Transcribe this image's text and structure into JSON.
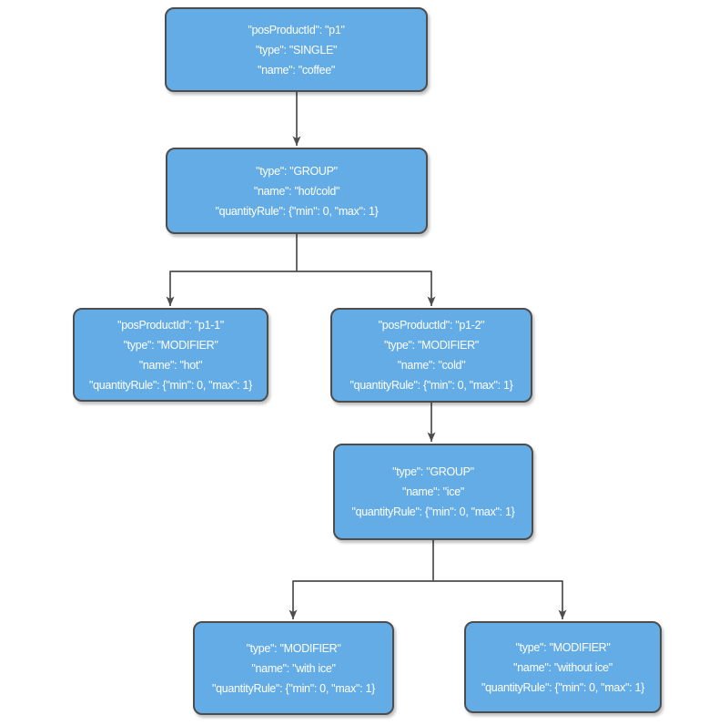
{
  "diagram": {
    "title": "product-modifier-tree",
    "colors": {
      "background": "#FFFFFF",
      "node-fill": "#63ACE5",
      "node-border": "#4D4D4D",
      "node-text": "#FFFFFF",
      "connector": "#4D4D4D"
    },
    "nodes": [
      {
        "id": "product-p1",
        "lines": [
          "\"posProductId\": \"p1\"",
          "\"type\": \"SINGLE\"",
          "\"name\": \"coffee\""
        ]
      },
      {
        "id": "group-hot-cold",
        "lines": [
          "\"type\": \"GROUP\"",
          "\"name\": \"hot/cold\"",
          "\"quantityRule\": {\"min\": 0, \"max\": 1}"
        ]
      },
      {
        "id": "modifier-hot",
        "lines": [
          "\"posProductId\": \"p1-1\"",
          "\"type\": \"MODIFIER\"",
          "\"name\": \"hot\"",
          "\"quantityRule\": {\"min\": 0, \"max\": 1}"
        ]
      },
      {
        "id": "modifier-cold",
        "lines": [
          "\"posProductId\": \"p1-2\"",
          "\"type\": \"MODIFIER\"",
          "\"name\": \"cold\"",
          "\"quantityRule\": {\"min\": 0, \"max\": 1}"
        ]
      },
      {
        "id": "group-ice",
        "lines": [
          "\"type\": \"GROUP\"",
          "\"name\": \"ice\"",
          "\"quantityRule\": {\"min\": 0, \"max\": 1}"
        ]
      },
      {
        "id": "modifier-with-ice",
        "lines": [
          "\"type\": \"MODIFIER\"",
          "\"name\": \"with ice\"",
          "\"quantityRule\": {\"min\": 0, \"max\": 1}"
        ]
      },
      {
        "id": "modifier-without-ice",
        "lines": [
          "\"type\": \"MODIFIER\"",
          "\"name\": \"without ice\"",
          "\"quantityRule\": {\"min\": 0, \"max\": 1}"
        ]
      }
    ],
    "edges": [
      {
        "from": "product-p1",
        "to": "group-hot-cold"
      },
      {
        "from": "group-hot-cold",
        "to": "modifier-hot"
      },
      {
        "from": "group-hot-cold",
        "to": "modifier-cold"
      },
      {
        "from": "modifier-cold",
        "to": "group-ice"
      },
      {
        "from": "group-ice",
        "to": "modifier-with-ice"
      },
      {
        "from": "group-ice",
        "to": "modifier-without-ice"
      }
    ]
  }
}
